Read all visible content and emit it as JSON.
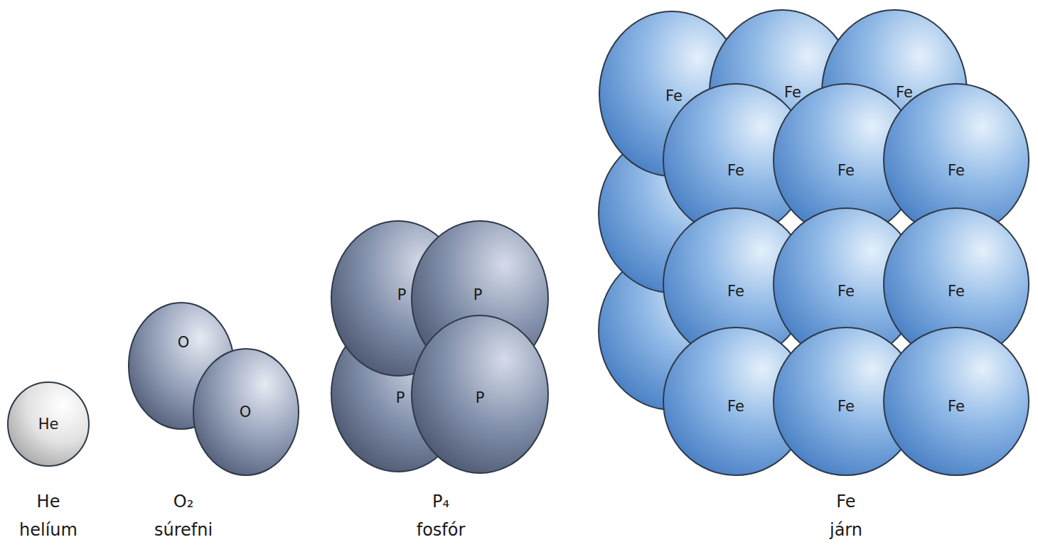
{
  "diagram": {
    "nodes": [
      {
        "text": [
          "He"
        ]
      },
      {
        "text": [
          "O"
        ]
      },
      {
        "text": [
          "O"
        ]
      },
      {
        "text": [
          "P"
        ]
      },
      {
        "text": [
          "P"
        ]
      },
      {
        "text": [
          "P"
        ]
      },
      {
        "text": [
          "P"
        ]
      },
      {
        "text": [
          "Fe"
        ]
      },
      {
        "text": [
          "Fe"
        ]
      },
      {
        "text": [
          "Fe"
        ]
      },
      {
        "text": [
          "Fe"
        ]
      },
      {
        "text": [
          "Fe"
        ]
      },
      {
        "text": [
          "Fe"
        ]
      },
      {
        "text": [
          "Fe"
        ]
      },
      {
        "text": [
          "Fe"
        ]
      },
      {
        "text": [
          "Fe"
        ]
      },
      {
        "text": [
          "Fe"
        ]
      },
      {
        "text": [
          "Fe"
        ]
      },
      {
        "text": [
          "Fe"
        ]
      }
    ],
    "labels": [
      "He",
      "helíum",
      "O₂",
      "súrefni",
      "P₄",
      "fosfór",
      "Fe",
      "járn"
    ]
  }
}
